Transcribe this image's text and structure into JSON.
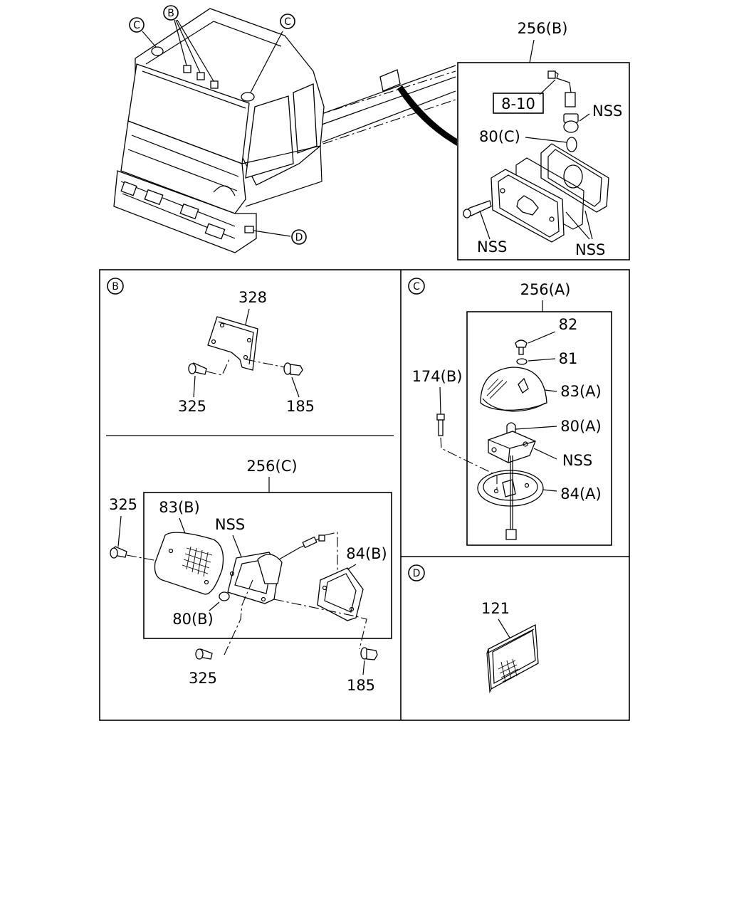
{
  "callouts": {
    "overview_b": "B",
    "overview_c_left": "C",
    "overview_c_right": "C",
    "overview_d": "D",
    "panel_b": "B",
    "panel_c": "C",
    "panel_d": "D"
  },
  "labels": {
    "p256b": "256(B)",
    "ref_8_10": "8-10",
    "nss_socket": "NSS",
    "p80c": "80(C)",
    "nss_screw": "NSS",
    "nss_lens": "NSS",
    "p328": "328",
    "p325_top": "325",
    "p185_top": "185",
    "p256c": "256(C)",
    "p325_left": "325",
    "p83b": "83(B)",
    "nss_housing": "NSS",
    "p84b": "84(B)",
    "p80b": "80(B)",
    "p325_bottom": "325",
    "p185_bottom": "185",
    "p256a": "256(A)",
    "p82": "82",
    "p81": "81",
    "p174b": "174(B)",
    "p83a": "83(A)",
    "p80a": "80(A)",
    "nss_base": "NSS",
    "p84a": "84(A)",
    "p121": "121"
  }
}
